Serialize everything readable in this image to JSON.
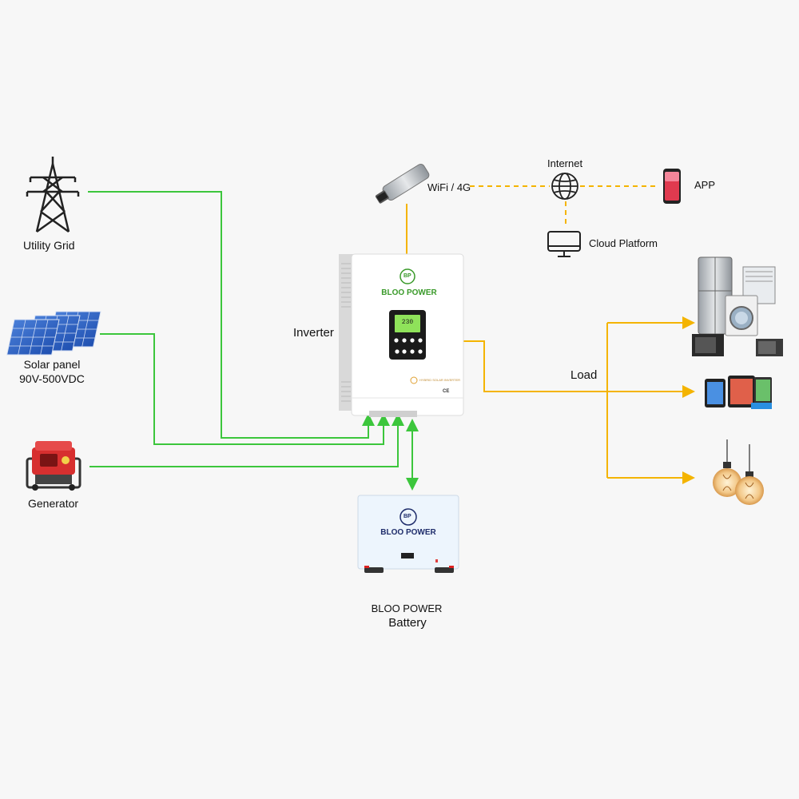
{
  "labels": {
    "utility_grid": "Utility Grid",
    "solar_panel": "Solar panel",
    "solar_voltage": "90V-500VDC",
    "generator": "Generator",
    "inverter": "Inverter",
    "wifi": "WiFi / 4G",
    "internet": "Internet",
    "app": "APP",
    "cloud": "Cloud Platform",
    "load": "Load",
    "battery_brand": "BLOO POWER",
    "battery": "Battery"
  },
  "inverter_device": {
    "logo_mark": "BP",
    "brand": "BLOO POWER",
    "lcd_text": "230",
    "model_text": "HYBRID SOLAR INVERTER",
    "cert_text": "CE"
  },
  "battery_device": {
    "logo_mark": "BP",
    "brand": "BLOO POWER"
  },
  "colors": {
    "green_line": "#3cc63c",
    "orange_line": "#f4b400",
    "brand_green": "#3a9a2a",
    "brand_navy": "#1f2d6b",
    "background": "#f7f7f7"
  }
}
